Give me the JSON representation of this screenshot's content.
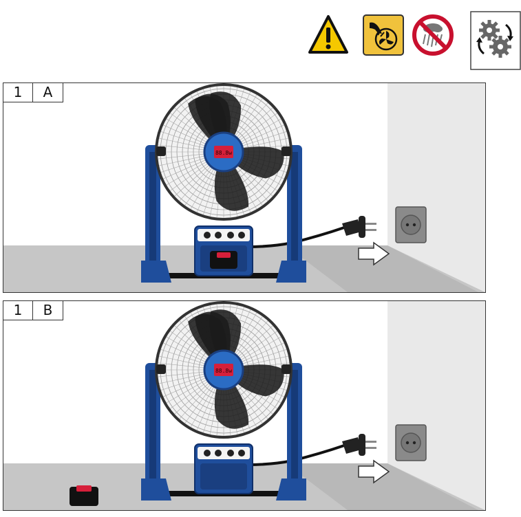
{
  "header_icons": [
    {
      "name": "warning-icon",
      "color": "#f5c800"
    },
    {
      "name": "hand-fan-hazard-icon",
      "color": "#f0c23c"
    },
    {
      "name": "no-rain-icon",
      "color": "#c8102e"
    },
    {
      "name": "gears-icon",
      "color": "#555555"
    }
  ],
  "panels": [
    {
      "step": "1",
      "sub": "A",
      "display_text": "88.8w",
      "battery_in_fan": true
    },
    {
      "step": "1",
      "sub": "B",
      "display_text": "88.8w",
      "battery_in_fan": false
    }
  ],
  "colors": {
    "frame_blue": "#1f4e9c",
    "fan_blue": "#2b6cc4",
    "display_red": "#d61f3a",
    "floor": "#c6c6c6",
    "wall": "#e9e9e9",
    "socket": "#8a8a8a"
  }
}
